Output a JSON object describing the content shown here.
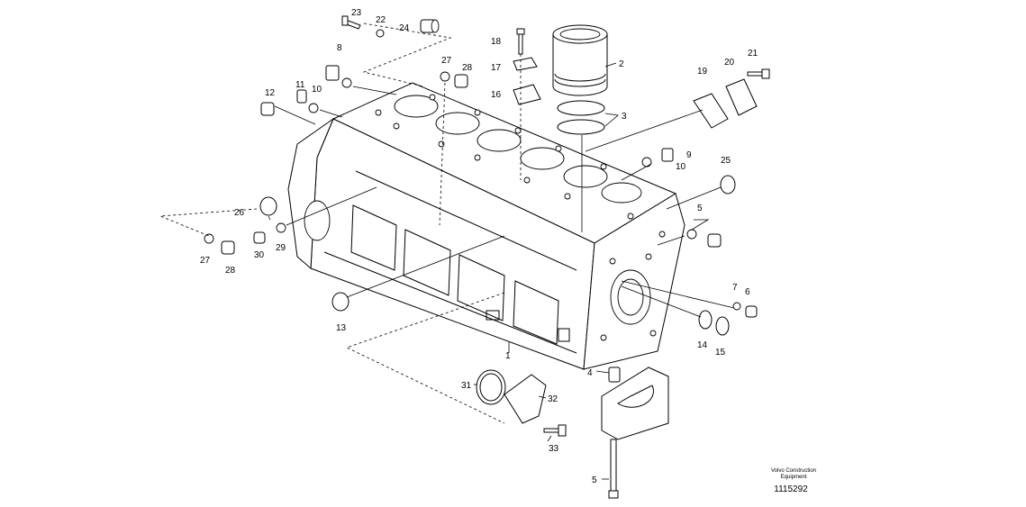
{
  "callouts": {
    "c1": "1",
    "c2": "2",
    "c3": "3",
    "c4": "4",
    "c5a": "5",
    "c5b": "5",
    "c6": "6",
    "c7": "7",
    "c8": "8",
    "c9": "9",
    "c10a": "10",
    "c10b": "10",
    "c11": "11",
    "c12": "12",
    "c13": "13",
    "c14": "14",
    "c15": "15",
    "c16": "16",
    "c17": "17",
    "c18": "18",
    "c19": "19",
    "c20": "20",
    "c21": "21",
    "c22": "22",
    "c23": "23",
    "c24": "24",
    "c25": "25",
    "c26": "26",
    "c27a": "27",
    "c27b": "27",
    "c28a": "28",
    "c28b": "28",
    "c29": "29",
    "c30": "30",
    "c31": "31",
    "c32": "32",
    "c33": "33"
  },
  "caption": {
    "line1": "Volvo Construction",
    "line2": "Equipment",
    "drawing_number": "1115292"
  }
}
